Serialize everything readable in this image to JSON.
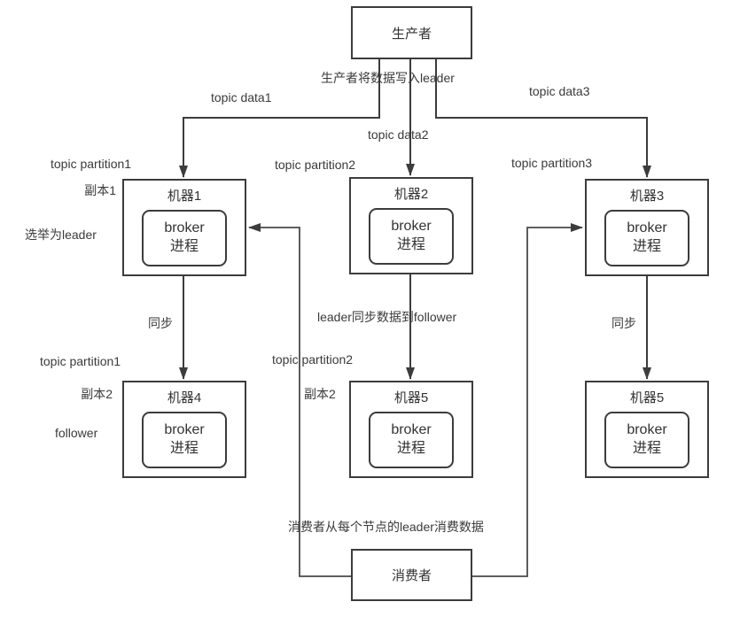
{
  "diagram_title": "Kafka producer/broker/consumer replication diagram",
  "nodes": {
    "producer": "生产者",
    "consumer": "消费者",
    "machine1": "机器1",
    "machine2": "机器2",
    "machine3": "机器3",
    "machine4": "机器4",
    "machine5_mid": "机器5",
    "machine5_right": "机器5",
    "broker_line1": "broker",
    "broker_line2": "进程"
  },
  "labels": {
    "producer_write": "生产者将数据写入leader",
    "topic_data1": "topic data1",
    "topic_data2": "topic data2",
    "topic_data3": "topic data3",
    "topic_partition1_top": "topic partition1",
    "topic_partition2_top": "topic partition2",
    "topic_partition3_top": "topic partition3",
    "replica1": "副本1",
    "elected_leader": "选举为leader",
    "sync_left": "同步",
    "leader_sync_follower": "leader同步数据到follower",
    "sync_right": "同步",
    "topic_partition1_bottom": "topic partition1",
    "replica2_left": "副本2",
    "follower": "follower",
    "topic_partition2_bottom": "topic partition2",
    "replica2_mid": "副本2",
    "consumer_read": "消费者从每个节点的leader消费数据"
  },
  "colors": {
    "stroke": "#3c3c3c",
    "text": "#3a3a3a",
    "background": "#ffffff"
  }
}
